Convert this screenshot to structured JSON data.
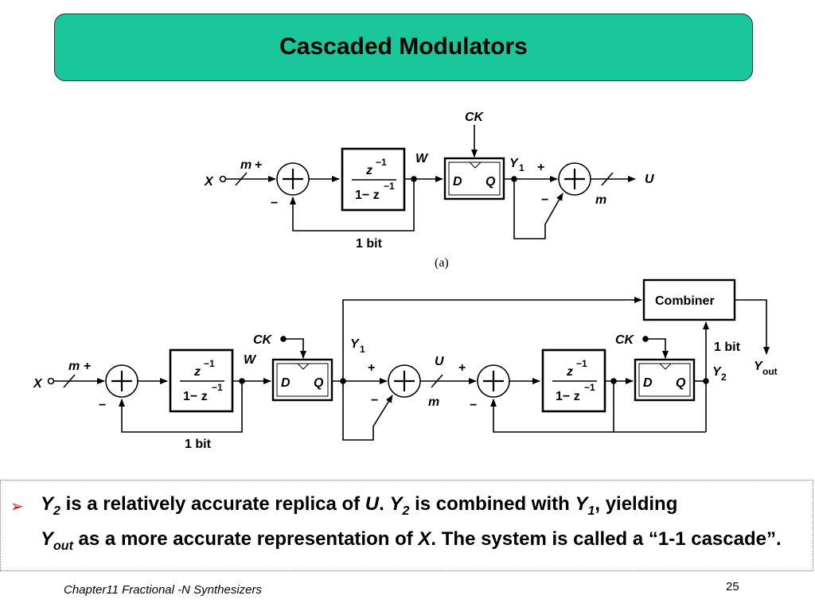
{
  "title": "Cascaded Modulators",
  "diagram_a": {
    "caption": "(a)",
    "integrator_num": "z",
    "integrator_exp": "−1",
    "integrator_den": "1− z",
    "ck": "CK",
    "d": "D",
    "q": "Q",
    "input_x": "X",
    "m": "m",
    "plus": "+",
    "minus": "−",
    "w": "W",
    "y": "Y",
    "y_sub": "1",
    "u": "U",
    "one_bit": "1 bit"
  },
  "diagram_b": {
    "combiner": "Combiner",
    "one_bit": "1 bit",
    "y1": "Y",
    "y1_sub": "1",
    "y2": "Y",
    "y2_sub": "2",
    "yout": "Y",
    "yout_sub": "out",
    "u": "U"
  },
  "bullet": {
    "y2": "Y",
    "y2_sub": "2",
    "t1": " is a relatively accurate replica of ",
    "u": "U",
    "t2": ". ",
    "t3": " is combined with ",
    "y1_sub": "1",
    "t4": ", yielding",
    "yout_sub": "out",
    "t5": " as a more accurate representation of ",
    "x": "X",
    "t6": ". The system is called a “1-1 cascade”."
  },
  "footer": {
    "chapter": "Chapter11 Fractional -N Synthesizers",
    "page_number": "25"
  },
  "colors": {
    "title_bg": "#1ac79a",
    "bullet_arrow": "#e00000"
  },
  "icons": {
    "bullet": "red-arrow-bullet-icon"
  }
}
